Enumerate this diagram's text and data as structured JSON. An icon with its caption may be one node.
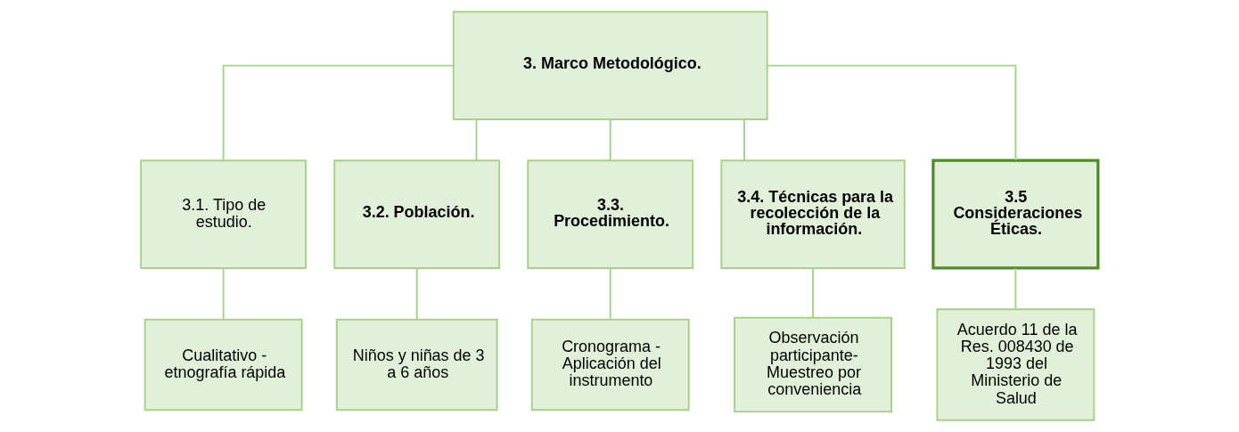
{
  "diagram": {
    "nodes": [
      {
        "text": [
          "3. Marco Metodológico."
        ]
      },
      {
        "text": [
          "3.1. Tipo de estudio."
        ]
      },
      {
        "text": [
          "3.2. Población."
        ]
      },
      {
        "text": [
          "3.3. Procedimiento."
        ]
      },
      {
        "text": [
          "3.4. Técnicas para la recolección de la información."
        ]
      },
      {
        "text": [
          "3.5 Consideraciones Éticas."
        ]
      },
      {
        "text": [
          "Cualitativo - etnografía rápida"
        ]
      },
      {
        "text": [
          "Niños y niñas de 3 a 6 años"
        ]
      },
      {
        "text": [
          "Cronograma - Aplicación del instrumento"
        ]
      },
      {
        "text": [
          "Observación participante- Muestreo por conveniencia"
        ]
      },
      {
        "text": [
          "Acuerdo 11 de la Res. 008430 de 1993 del Ministerio de Salud"
        ]
      }
    ],
    "edges": [
      {
        "from": 0,
        "to": 1,
        "arrow": "none"
      },
      {
        "from": 0,
        "to": 2,
        "arrow": "none"
      },
      {
        "from": 0,
        "to": 3,
        "arrow": "none"
      },
      {
        "from": 0,
        "to": 4,
        "arrow": "none"
      },
      {
        "from": 0,
        "to": 5,
        "arrow": "none"
      },
      {
        "from": 1,
        "to": 6,
        "arrow": "none"
      },
      {
        "from": 2,
        "to": 7,
        "arrow": "none"
      },
      {
        "from": 3,
        "to": 8,
        "arrow": "none"
      },
      {
        "from": 4,
        "to": 9,
        "arrow": "none"
      },
      {
        "from": 5,
        "to": 10,
        "arrow": "none"
      }
    ]
  }
}
